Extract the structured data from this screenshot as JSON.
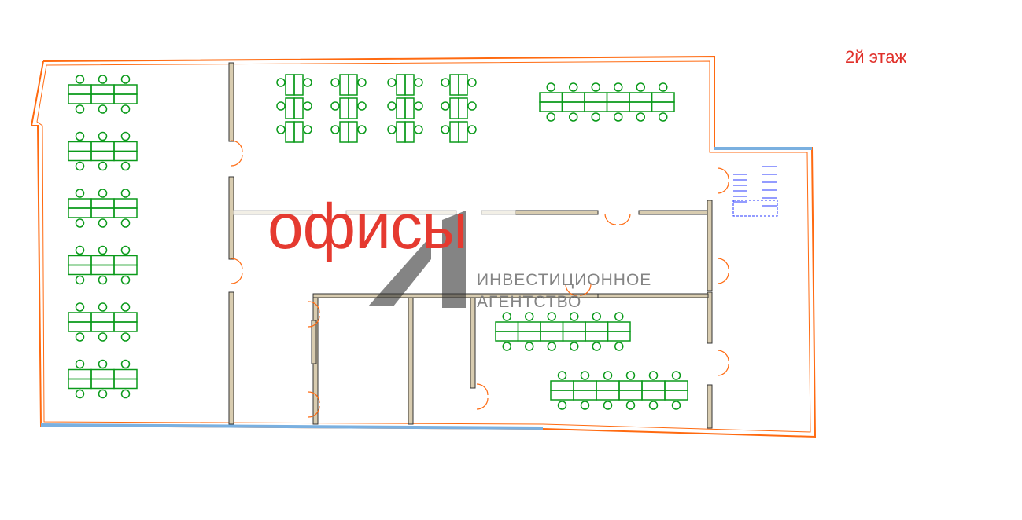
{
  "floor": {
    "label": "2й этаж"
  },
  "room": {
    "label": "офисы"
  },
  "logo": {
    "line1": "ИНВЕСТИЦИОННОЕ",
    "line2": "АГЕНТСТВО",
    "mark": "4"
  },
  "colors": {
    "furniture": "#0a9a1a",
    "outer_wall": "#ff6a10",
    "inner_wall": "#d8ccb0",
    "stairs": "#2a3aff",
    "label": "#e53a30"
  }
}
